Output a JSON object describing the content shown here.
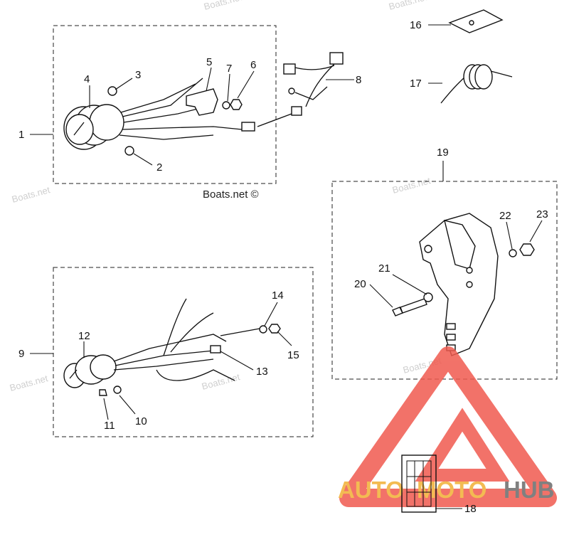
{
  "diagram": {
    "callouts": [
      "1",
      "2",
      "3",
      "4",
      "5",
      "6",
      "7",
      "8",
      "9",
      "10",
      "11",
      "12",
      "13",
      "14",
      "15",
      "16",
      "17",
      "18",
      "19",
      "20",
      "21",
      "22",
      "23"
    ],
    "copyright": "Boats.net ©",
    "watermark_text": "Boats.net",
    "logo": {
      "text_left": "AUTO",
      "text_mid": "MOTO",
      "text_right": "HUB",
      "colors": {
        "accent": "#f05a4f",
        "gold": "#f2b035",
        "gray": "#6b6b6b"
      }
    }
  }
}
